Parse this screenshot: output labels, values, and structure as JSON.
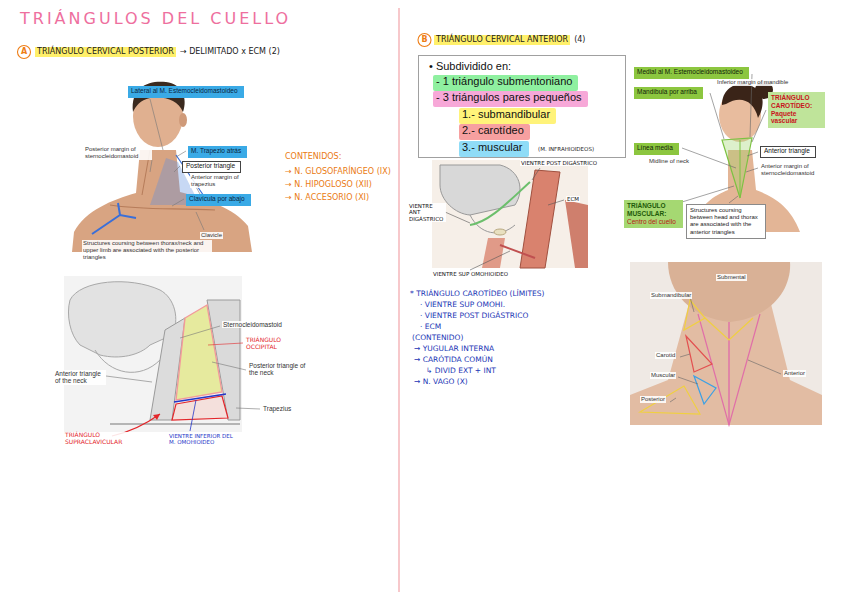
{
  "diagram": {
    "title": "TRIÁNGULOS DEL CUELLO",
    "nodes": [
      {
        "text": [
          "Lateral al M. Estemocleidomastoideo"
        ]
      },
      {
        "text": [
          "M. Trapezio atrás"
        ]
      },
      {
        "text": [
          "Posterior triangle"
        ]
      },
      {
        "text": [
          "Clavícula por abajo"
        ]
      },
      {
        "text": [
          "• Subdividido en:"
        ]
      },
      {
        "text": [
          "- 1 triángulo submentoniano"
        ],
        "in": 4
      },
      {
        "text": [
          "- 3 triángulos pares pequeños"
        ],
        "in": 4
      },
      {
        "text": [
          "1.- submandibular"
        ],
        "in": 4
      },
      {
        "text": [
          "2.- carotídeo"
        ],
        "in": 4
      },
      {
        "text": [
          "3.- muscular"
        ],
        "in": 4
      },
      {
        "text": [
          "Medial al M. Estemocleidomastoideo"
        ]
      },
      {
        "text": [
          "Mandíbula por arriba"
        ]
      },
      {
        "text": [
          "TRIÁNGULO CAROTÍDEO:",
          "Paquete vascular"
        ]
      },
      {
        "text": [
          "Línea media"
        ]
      },
      {
        "text": [
          "Anterior triangle"
        ]
      },
      {
        "text": [
          "TRIÁNGULO MUSCULAR:",
          "Centro del cuello"
        ]
      },
      {
        "text": [
          "Structures coursing between head and thorax are associated with the anterior triangles"
        ]
      }
    ],
    "labels": [
      "A",
      "TRIÁNGULO CERVICAL POSTERIOR",
      "→ DELIMITADO x ECM (2)",
      "Posterior margin of sternocleidomastoid",
      "Anterior margin of trapezius",
      "Clavicle",
      "Structures coursing between thorax/neck and upper limb are associated with the posterior triangles",
      "CONTENIDOS:",
      "→ N. GLOSOFARÍNGEO (IX)",
      "→ N. HIPOGLOSO (XII)",
      "→ N. ACCESORIO (XI)",
      "Sternocleidomastoid",
      "TRIÁNGULO OCCIPITAL",
      "Anterior triangle of the neck",
      "Posterior triangle of the neck",
      "Trapezius",
      "TRIÁNGULO SUPRACLAVICULAR",
      "VIENTRE INFERIOR DEL M. OMOHIOIDEO",
      "B",
      "TRIÁNGULO CERVICAL ANTERIOR",
      "(4)",
      "(M. INFRAHIOIDEOS)",
      "VIENTRE POST DIGÁSTRICO",
      "ECM",
      "VIENTRE ANT DIGÁSTRICO",
      "VIENTRE SUP OMOHIOIDEO",
      "* TRIÁNGULO CAROTÍDEO (LÍMITES)",
      "· VIENTRE SUP OMOHI.",
      "· VIENTRE POST DIGÁSTRICO",
      "· ECM",
      "(CONTENIDO)",
      "→ YUGULAR INTERNA",
      "→ CARÓTIDA COMÚN",
      "↳ DIVID EXT + INT",
      "→ N. VAGO (X)",
      "Inferior margin of mandible",
      "Midline of neck",
      "Anterior margin of sternocleidomastoid",
      "Submental",
      "Submandibular",
      "Carotid",
      "Muscular",
      "Posterior",
      "Anterior"
    ]
  }
}
